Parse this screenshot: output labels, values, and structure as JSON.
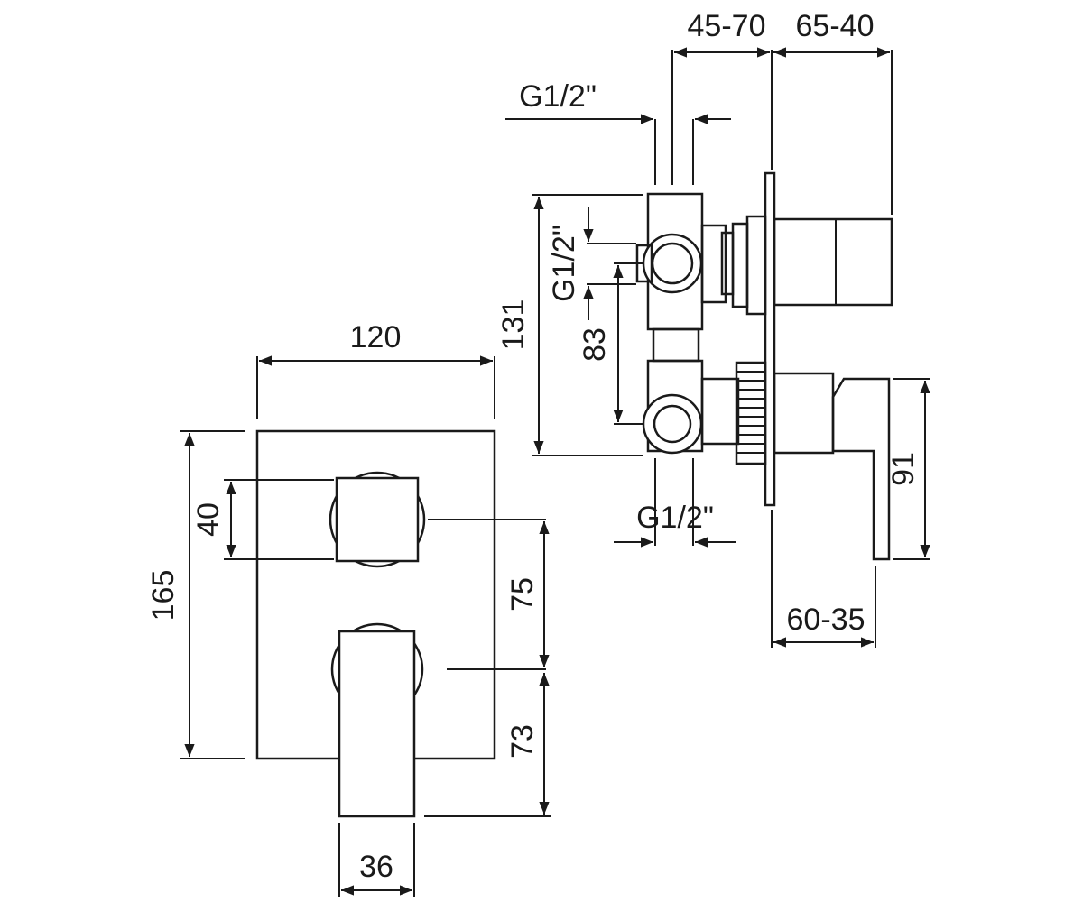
{
  "dimensions": {
    "width_front": "120",
    "height_front": "165",
    "knob_size": "40",
    "knob_to_lever": "75",
    "lever_to_bottom": "73",
    "lever_width": "36",
    "depth_body": "45-70",
    "depth_knob": "65-40",
    "body_height": "131",
    "inlet_spacing": "83",
    "lever_height": "91",
    "depth_lever": "60-35",
    "thread_top": "G1/2\"",
    "thread_side": "G1/2\"",
    "thread_bottom": "G1/2\""
  },
  "colors": {
    "line": "#1a1a1a",
    "background": "#ffffff"
  }
}
